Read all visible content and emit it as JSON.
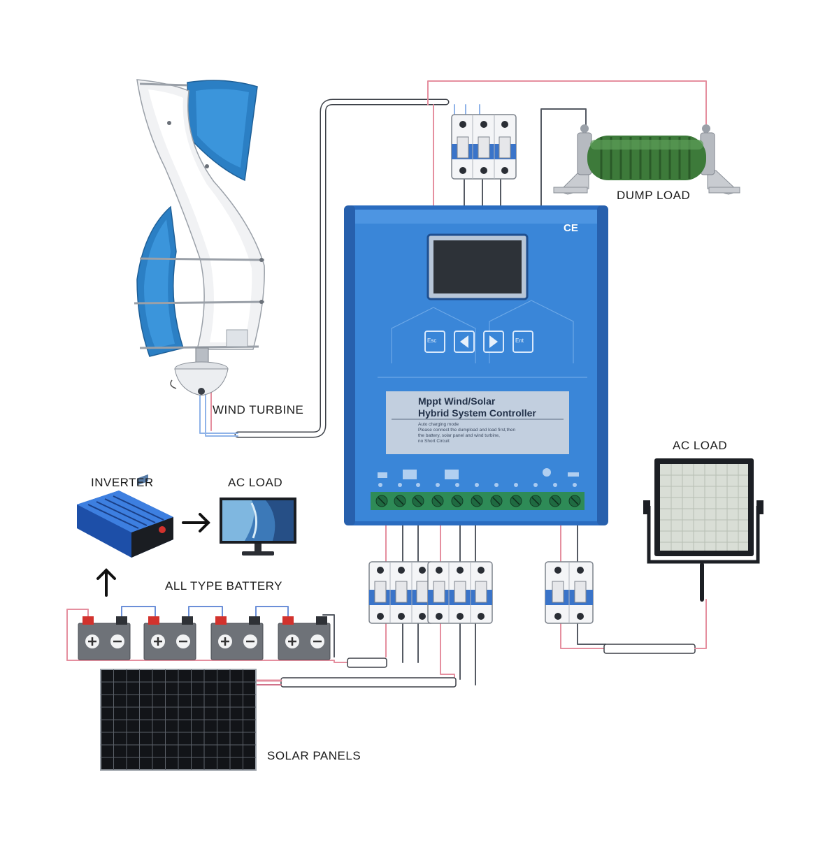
{
  "labels": {
    "wind_turbine": "WIND TURBINE",
    "dump_load": "DUMP LOAD",
    "ac_load_right": "AC LOAD",
    "inverter": "INVERTER",
    "ac_load_left": "AC LOAD",
    "battery": "ALL TYPE BATTERY",
    "solar_panels": "SOLAR PANELS"
  },
  "controller": {
    "title_line1": "Mppt Wind/Solar",
    "title_line2": "Hybrid System Controller",
    "note_lines": [
      "Auto charging mode",
      "Please connect the dumpload and load first,then",
      "the battery, solar panel and wind turbine,",
      "no Short Circuit"
    ],
    "ce_mark": "CE",
    "buttons": [
      "Esc",
      "◀",
      "▶",
      "Ent"
    ]
  },
  "colors": {
    "controller_blue": "#3a86d8",
    "controller_dark": "#2a6cc0",
    "turbine_blue": "#2b7fc4",
    "wire_red": "#e58f9f",
    "wire_blue": "#8fb3e8",
    "wire_dark": "#555a63",
    "terminal_green": "#2e8b57",
    "dump_load_green": "#3d7a3a",
    "battery_gray": "#6e7278",
    "solar_dark": "#121418"
  }
}
